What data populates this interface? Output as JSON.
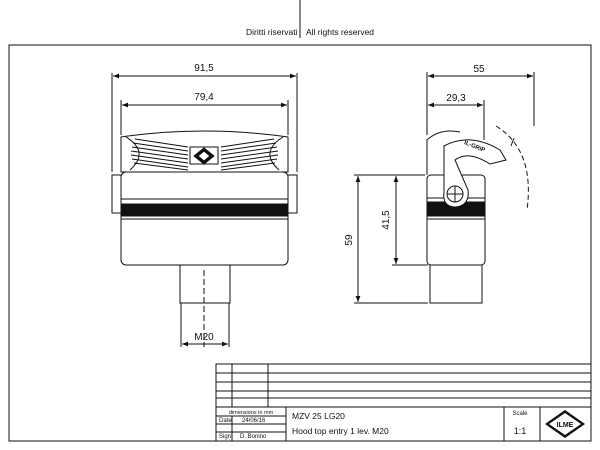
{
  "header": {
    "rights_it": "Diritti riservati",
    "rights_en": "All rights reserved"
  },
  "front_view": {
    "overall_width": "91,5",
    "inner_width": "79,4",
    "thread": "M20"
  },
  "side_view": {
    "depth": "55",
    "lever_offset": "29,3",
    "height": "59",
    "lever_height": "41,5",
    "lever_text": "IL-GRIP"
  },
  "title_block": {
    "units_note": "dimensions in mm",
    "date_label": "Date",
    "date_value": "24/06/16",
    "sign_label": "Sign.",
    "sign_value": "D. Bonino",
    "code": "MZV 25 LG20",
    "description": "Hood top entry 1 lev. M20",
    "scale_label": "Scale",
    "scale_value": "1:1",
    "logo_text": "ILME"
  }
}
